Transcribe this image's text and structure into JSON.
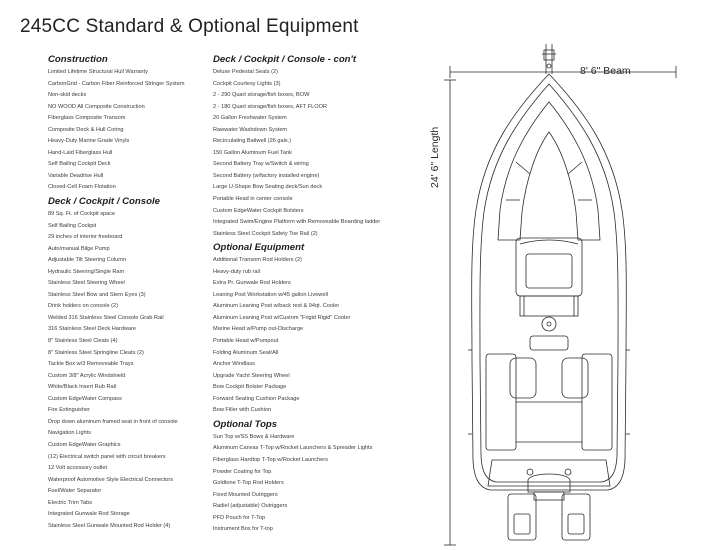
{
  "title": "245CC Standard & Optional Equipment",
  "left_column": [
    {
      "heading": "Construction",
      "items": [
        "Limited Lifetime Structural Hull Warranty",
        "CarbonGrid - Carbon Fiber Reinforced Stringer System",
        "Non-skid decks",
        "NO WOOD All Composite Construction",
        "Fiberglass Composite Transom",
        "Composite Deck & Hull Coring",
        "Heavy-Duty Marine Grade Vinyls",
        "Hand-Laid Fiberglass Hull",
        "Self Bailing Cockpit Deck",
        "Variable Deadrise Hull",
        "Closed-Cell Foam Flotation"
      ]
    },
    {
      "heading": "Deck / Cockpit / Console",
      "items": [
        "89 Sq. Ft. of Cockpit space",
        "Self Bailing Cockpit",
        "29 inches of interior freeboard",
        "Auto/manual Bilge Pump",
        "Adjustable Tilt Steering Column",
        "Hydraulic Steering/Single Ram",
        "Stainless Steel Steering Wheel",
        "Stainless Steel Bow and Stern Eyes (3)",
        "Drink holders on console (2)",
        "Welded 316 Stainless Steel Console Grab Rail",
        "316 Stainless Steel Deck Hardware",
        "8\" Stainless Steel Cleats (4)",
        "8\" Stainless Steel Springline Cleats (2)",
        "Tackle Box w/3 Removeable Trays",
        "Custom 3/8\" Acrylic Windshield",
        "White/Black Insert Rub Rail",
        "Custom EdgeWater Compass",
        "Fire Extinguisher",
        "Drop down aluminum framed seat in front of console",
        "Navigation Lights",
        "Custom EdgeWater Graphics",
        "(12) Electrical switch panel with circuit breakers",
        "12 Volt accessory outlet",
        "Waterproof Automotive Style Electrical Connectors",
        "Fuel/Water Separator",
        "Electric Trim Tabs",
        "Integrated Gunwale Rod Storage",
        "Stainless Steel Gunwale Mounted Rod Holder (4)"
      ]
    }
  ],
  "mid_column": [
    {
      "heading": "Deck / Cockpit / Console - con't",
      "items": [
        "Deluxe Pedestal Seats (2)",
        "Cockpit Courtesy Lights (3)",
        "2 - 290 Quart storage/fish boxes, BOW",
        "2 - 180 Quart storage/fish boxes, AFT FLOOR",
        "20 Gallon Freshwater System",
        "Rawwater Washdown System",
        "Recirculating Baitwell (26 gals.)",
        "150 Gallon Aluminum Fuel Tank",
        "Second Battery Tray w/Switch & wiring",
        "Second Battery (w/factory installed engine)",
        "Large U-Shape Bow Seating deck/Sun deck",
        "Portable Head in center console",
        "Custom EdgeWater Cockpit Bolsters",
        "Integrated Swim/Engine Platform with Removeable Boarding ladder",
        "Stainless Steel Cockpit Safety Toe Rail (2)"
      ]
    },
    {
      "heading": "Optional Equipment",
      "items": [
        "Additional Transom Rod Holders (2)",
        "Heavy-duty rub rail",
        "Extra Pr. Gunwale Rod Holders",
        "Leaning Post Workstation  w/45 gallon Livewell",
        "Aluminum Leaning Post w/back rest & 94qt. Cooler",
        "Aluminum Leaning Post w/Custom \"Frigid Rigid\" Cooler",
        "Marine Head w/Pump out-Discharge",
        "Portable Head w/Pumpout",
        "Folding  Aluminum Seat/All",
        "Anchor Windlass",
        "Upgrade Yacht Steering Wheel",
        "Bow Cockpit Bolster Package",
        "Forward Seating Cushion Package",
        "Bow Filler with Cushion"
      ]
    },
    {
      "heading": "Optional Tops",
      "items": [
        "Sun Top w/SS Bows & Hardware",
        "Aluminum Canvas T-Top w/Rocket Launchers & Spreader Lights",
        "Fiberglass Hardtop T-Top w/Rocket Launchers",
        "Powder Coating for Top",
        "Goldtone T-Top Rod Holders",
        "Fixed Mounted Outriggers",
        "Radiel (adjustable) Outriggers",
        "PFD Pouch for T-Top",
        "Instrument Box for T-top"
      ]
    }
  ],
  "diagram": {
    "beam_label": "8' 6\" Beam",
    "length_label": "24' 6\" Length"
  },
  "colors": {
    "line": "#2a2a2a",
    "text": "#3a3a3a",
    "background": "#ffffff"
  }
}
